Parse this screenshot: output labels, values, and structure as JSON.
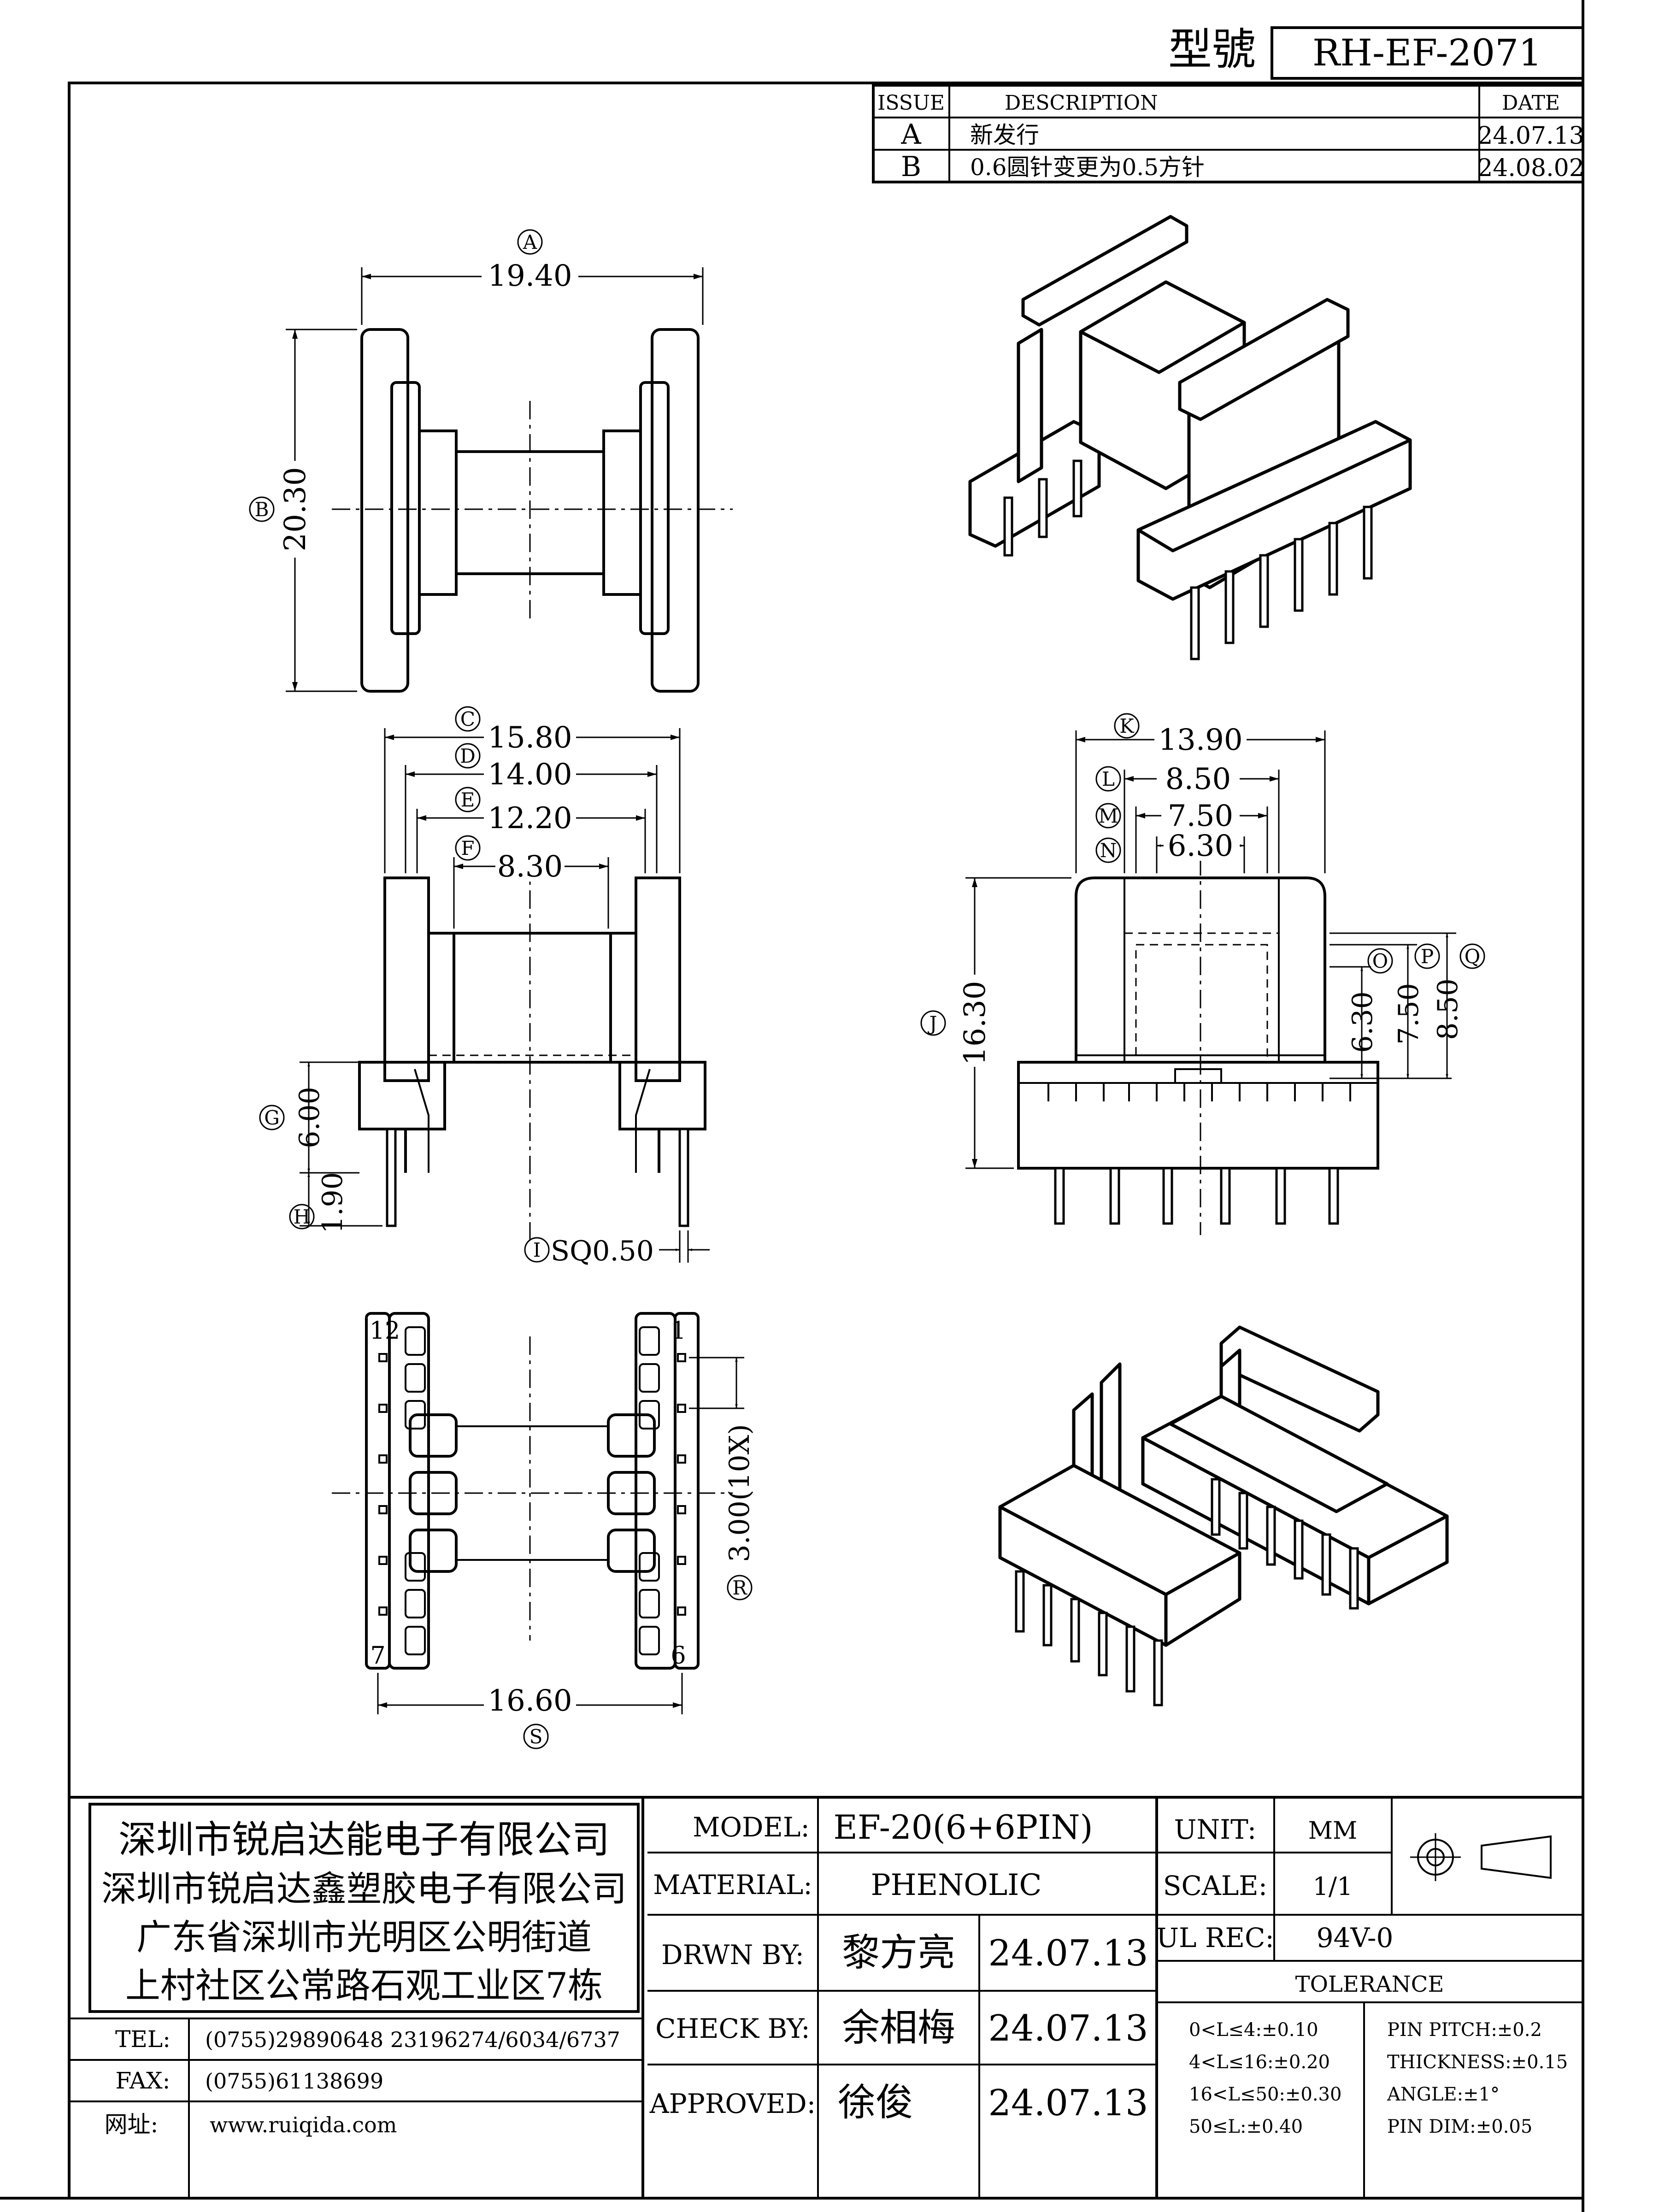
{
  "model_no": {
    "label": "型號",
    "value": "RH-EF-2071"
  },
  "revisions": {
    "headers": [
      "ISSUE",
      "DESCRIPTION",
      "DATE"
    ],
    "rows": [
      {
        "issue": "A",
        "description": "新发行",
        "date": "24.07.13"
      },
      {
        "issue": "B",
        "description": "0.6圆针变更为0.5方针",
        "date": "24.08.02"
      }
    ]
  },
  "dimensions": {
    "A": "19.40",
    "B": "20.30",
    "C": "15.80",
    "D": "14.00",
    "E": "12.20",
    "F": "8.30",
    "G": "6.00",
    "H": "1.90",
    "I": "SQ0.50",
    "J": "16.30",
    "K": "13.90",
    "L": "8.50",
    "M": "7.50",
    "N": "6.30",
    "O": "6.30",
    "P": "7.50",
    "Q": "8.50",
    "R": "3.00(10X)",
    "S": "16.60"
  },
  "pin_labels": {
    "top_left": "12",
    "top_right": "1",
    "bottom_left": "7",
    "bottom_right": "6"
  },
  "company": {
    "lines": [
      "深圳市锐启达能电子有限公司",
      "深圳市锐启达鑫塑胶电子有限公司",
      "广东省深圳市光明区公明街道",
      "上村社区公常路石观工业区7栋"
    ],
    "tel_label": "TEL:",
    "tel": "(0755)29890648  23196274/6034/6737",
    "fax_label": "FAX:",
    "fax": "(0755)61138699",
    "web_label": "网址:",
    "web": "www.ruiqida.com"
  },
  "title_block": {
    "model_label": "MODEL:",
    "model": "EF-20(6+6PIN)",
    "material_label": "MATERIAL:",
    "material": "PHENOLIC",
    "drawn_label": "DRWN BY:",
    "drawn_name": "黎方亮",
    "drawn_date": "24.07.13",
    "check_label": "CHECK BY:",
    "check_name": "余相梅",
    "check_date": "24.07.13",
    "approved_label": "APPROVED:",
    "approved_name": "徐俊",
    "approved_date": "24.07.13",
    "unit_label": "UNIT:",
    "unit": "MM",
    "scale_label": "SCALE:",
    "scale": "1/1",
    "ul_label": "UL REC:",
    "ul": "94V-0",
    "tolerance_title": "TOLERANCE",
    "tolerance_left": [
      "0<L≤4:±0.10",
      "4<L≤16:±0.20",
      "16<L≤50:±0.30",
      "50≤L:±0.40"
    ],
    "tolerance_right": [
      "PIN PITCH:±0.2",
      "THICKNESS:±0.15",
      "ANGLE:±1°",
      "PIN DIM:±0.05"
    ]
  }
}
